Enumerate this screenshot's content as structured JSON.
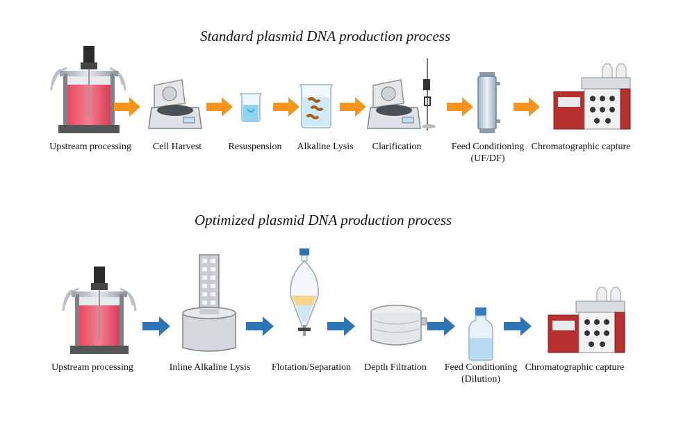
{
  "standard": {
    "title": "Standard plasmid DNA production process",
    "steps": [
      {
        "label": "Upstream processing",
        "icon": "bioreactor-icon"
      },
      {
        "label": "Cell Harvest",
        "icon": "centrifuge-icon"
      },
      {
        "label": "Resuspension",
        "icon": "beaker-icon"
      },
      {
        "label": "Alkaline Lysis",
        "icon": "lysis-beaker-icon"
      },
      {
        "label": "Clarification",
        "icon": "centrifuge-filtration-icon"
      },
      {
        "label": "Feed Conditioning",
        "sublabel": "(UF/DF)",
        "icon": "tff-cartridge-icon"
      },
      {
        "label": "Chromatographic capture",
        "icon": "chromatography-system-icon"
      }
    ],
    "arrow_color": "#f7941d"
  },
  "optimized": {
    "title": "Optimized plasmid DNA production process",
    "steps": [
      {
        "label": "Upstream processing",
        "icon": "bioreactor-icon"
      },
      {
        "label": "Inline Alkaline Lysis",
        "icon": "inline-lysis-icon"
      },
      {
        "label": "Flotation/Separation",
        "icon": "separatory-funnel-icon"
      },
      {
        "label": "Depth Filtration",
        "icon": "depth-filter-icon"
      },
      {
        "label": "Feed Conditioning",
        "sublabel": "(Dilution)",
        "icon": "media-bottle-icon"
      },
      {
        "label": "Chromatographic capture",
        "icon": "chromatography-system-icon"
      }
    ],
    "arrow_color": "#2e75b6"
  }
}
